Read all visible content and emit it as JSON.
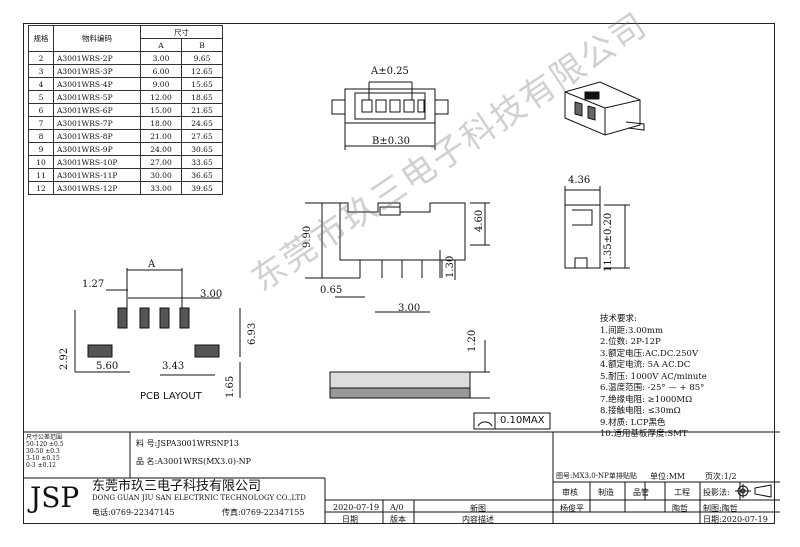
{
  "spec_table": {
    "header_spec": "规格",
    "header_part": "物料编码",
    "header_size": "尺寸",
    "header_a": "A",
    "header_b": "B",
    "rows": [
      {
        "spec": "2",
        "part": "A3001WRS-2P",
        "a": "3.00",
        "b": "9.65"
      },
      {
        "spec": "3",
        "part": "A3001WRS-3P",
        "a": "6.00",
        "b": "12.65"
      },
      {
        "spec": "4",
        "part": "A3001WRS-4P",
        "a": "9.00",
        "b": "15.65"
      },
      {
        "spec": "5",
        "part": "A3001WRS-5P",
        "a": "12.00",
        "b": "18.65"
      },
      {
        "spec": "6",
        "part": "A3001WRS-6P",
        "a": "15.00",
        "b": "21.65"
      },
      {
        "spec": "7",
        "part": "A3001WRS-7P",
        "a": "18.00",
        "b": "24.65"
      },
      {
        "spec": "8",
        "part": "A3001WRS-8P",
        "a": "21.00",
        "b": "27.65"
      },
      {
        "spec": "9",
        "part": "A3001WRS-9P",
        "a": "24.00",
        "b": "30.65"
      },
      {
        "spec": "10",
        "part": "A3001WRS-10P",
        "a": "27.00",
        "b": "33.65"
      },
      {
        "spec": "11",
        "part": "A3001WRS-11P",
        "a": "30.00",
        "b": "36.65"
      },
      {
        "spec": "12",
        "part": "A3001WRS-12P",
        "a": "33.00",
        "b": "39.65"
      }
    ]
  },
  "dims": {
    "a_tol": "A±0.25",
    "b_tol": "B±0.30",
    "side_width": "4.36",
    "side_height": "11.35±0.20",
    "front_height": "9.90",
    "front_4_60": "4.60",
    "front_1_30": "1.30",
    "front_0_65": "0.65",
    "front_3_00": "3.00",
    "pcb_1_27": "1.27",
    "pcb_a": "A",
    "pcb_3_00": "3.00",
    "pcb_6_93": "6.93",
    "pcb_2_92": "2.92",
    "pcb_5_60": "5.60",
    "pcb_3_43": "3.43",
    "pcb_1_65": "1.65",
    "bottom_1_20": "1.20",
    "flatness": "0.10MAX"
  },
  "pcb_label": "PCB LAYOUT",
  "notes": {
    "title": "技术要求:",
    "items": [
      "1.间距:3.00mm",
      "2.位数: 2P-12P",
      "3.额定电压:AC.DC.250V",
      "4.额定电流: 5A AC.DC",
      "5.耐压: 1000V AC/minute",
      "6.温度范围: -25° — + 85°",
      "7.绝缘电阻: ≥1000MΩ",
      "8.接触电阻: ≤30mΩ",
      "9.材质: LCP黑色",
      "10.适用基板厚度:SMT"
    ]
  },
  "watermark": "东莞市玖三电子科技有限公司",
  "title_block": {
    "tolerance_title": "尺寸公差范围",
    "tolerances": [
      "50-120  ±0.5",
      "30-50   ±0.3",
      "3-10   ±0.15",
      "0-3    ±0.12"
    ],
    "part_no_label": "料  号:",
    "part_no": "JSPA3001WRSNP13",
    "product_label": "品  名:",
    "product": "A3001WRS(MX3.0)-NP",
    "logo": "JSP",
    "company_cn": "东莞市玖三电子科技有限公司",
    "company_en": "DONG GUAN JIU SAN ELECTRNIC TECHNOLOGY CO.,LTD",
    "phone": "电话:0769-22347145",
    "fax": "传真:0769-22347155",
    "rev_date": "2020-07-19",
    "rev": "A/0",
    "rev_desc": "新图",
    "date_label": "日期",
    "version_label": "版本",
    "desc_label": "内容描述",
    "drawing_no": "图号:MX3.0-NP单排贴贴",
    "unit": "单位:MM",
    "page": "页次:1/2",
    "review_label": "审核",
    "make_label": "制造",
    "quality_label": "品管",
    "eng_label": "工程",
    "projection_label": "投影法:",
    "reviewer": "杨俊平",
    "engineer": "陶哲",
    "drawer": "制图:陶哲",
    "draw_date": "日期:2020-07-19"
  }
}
